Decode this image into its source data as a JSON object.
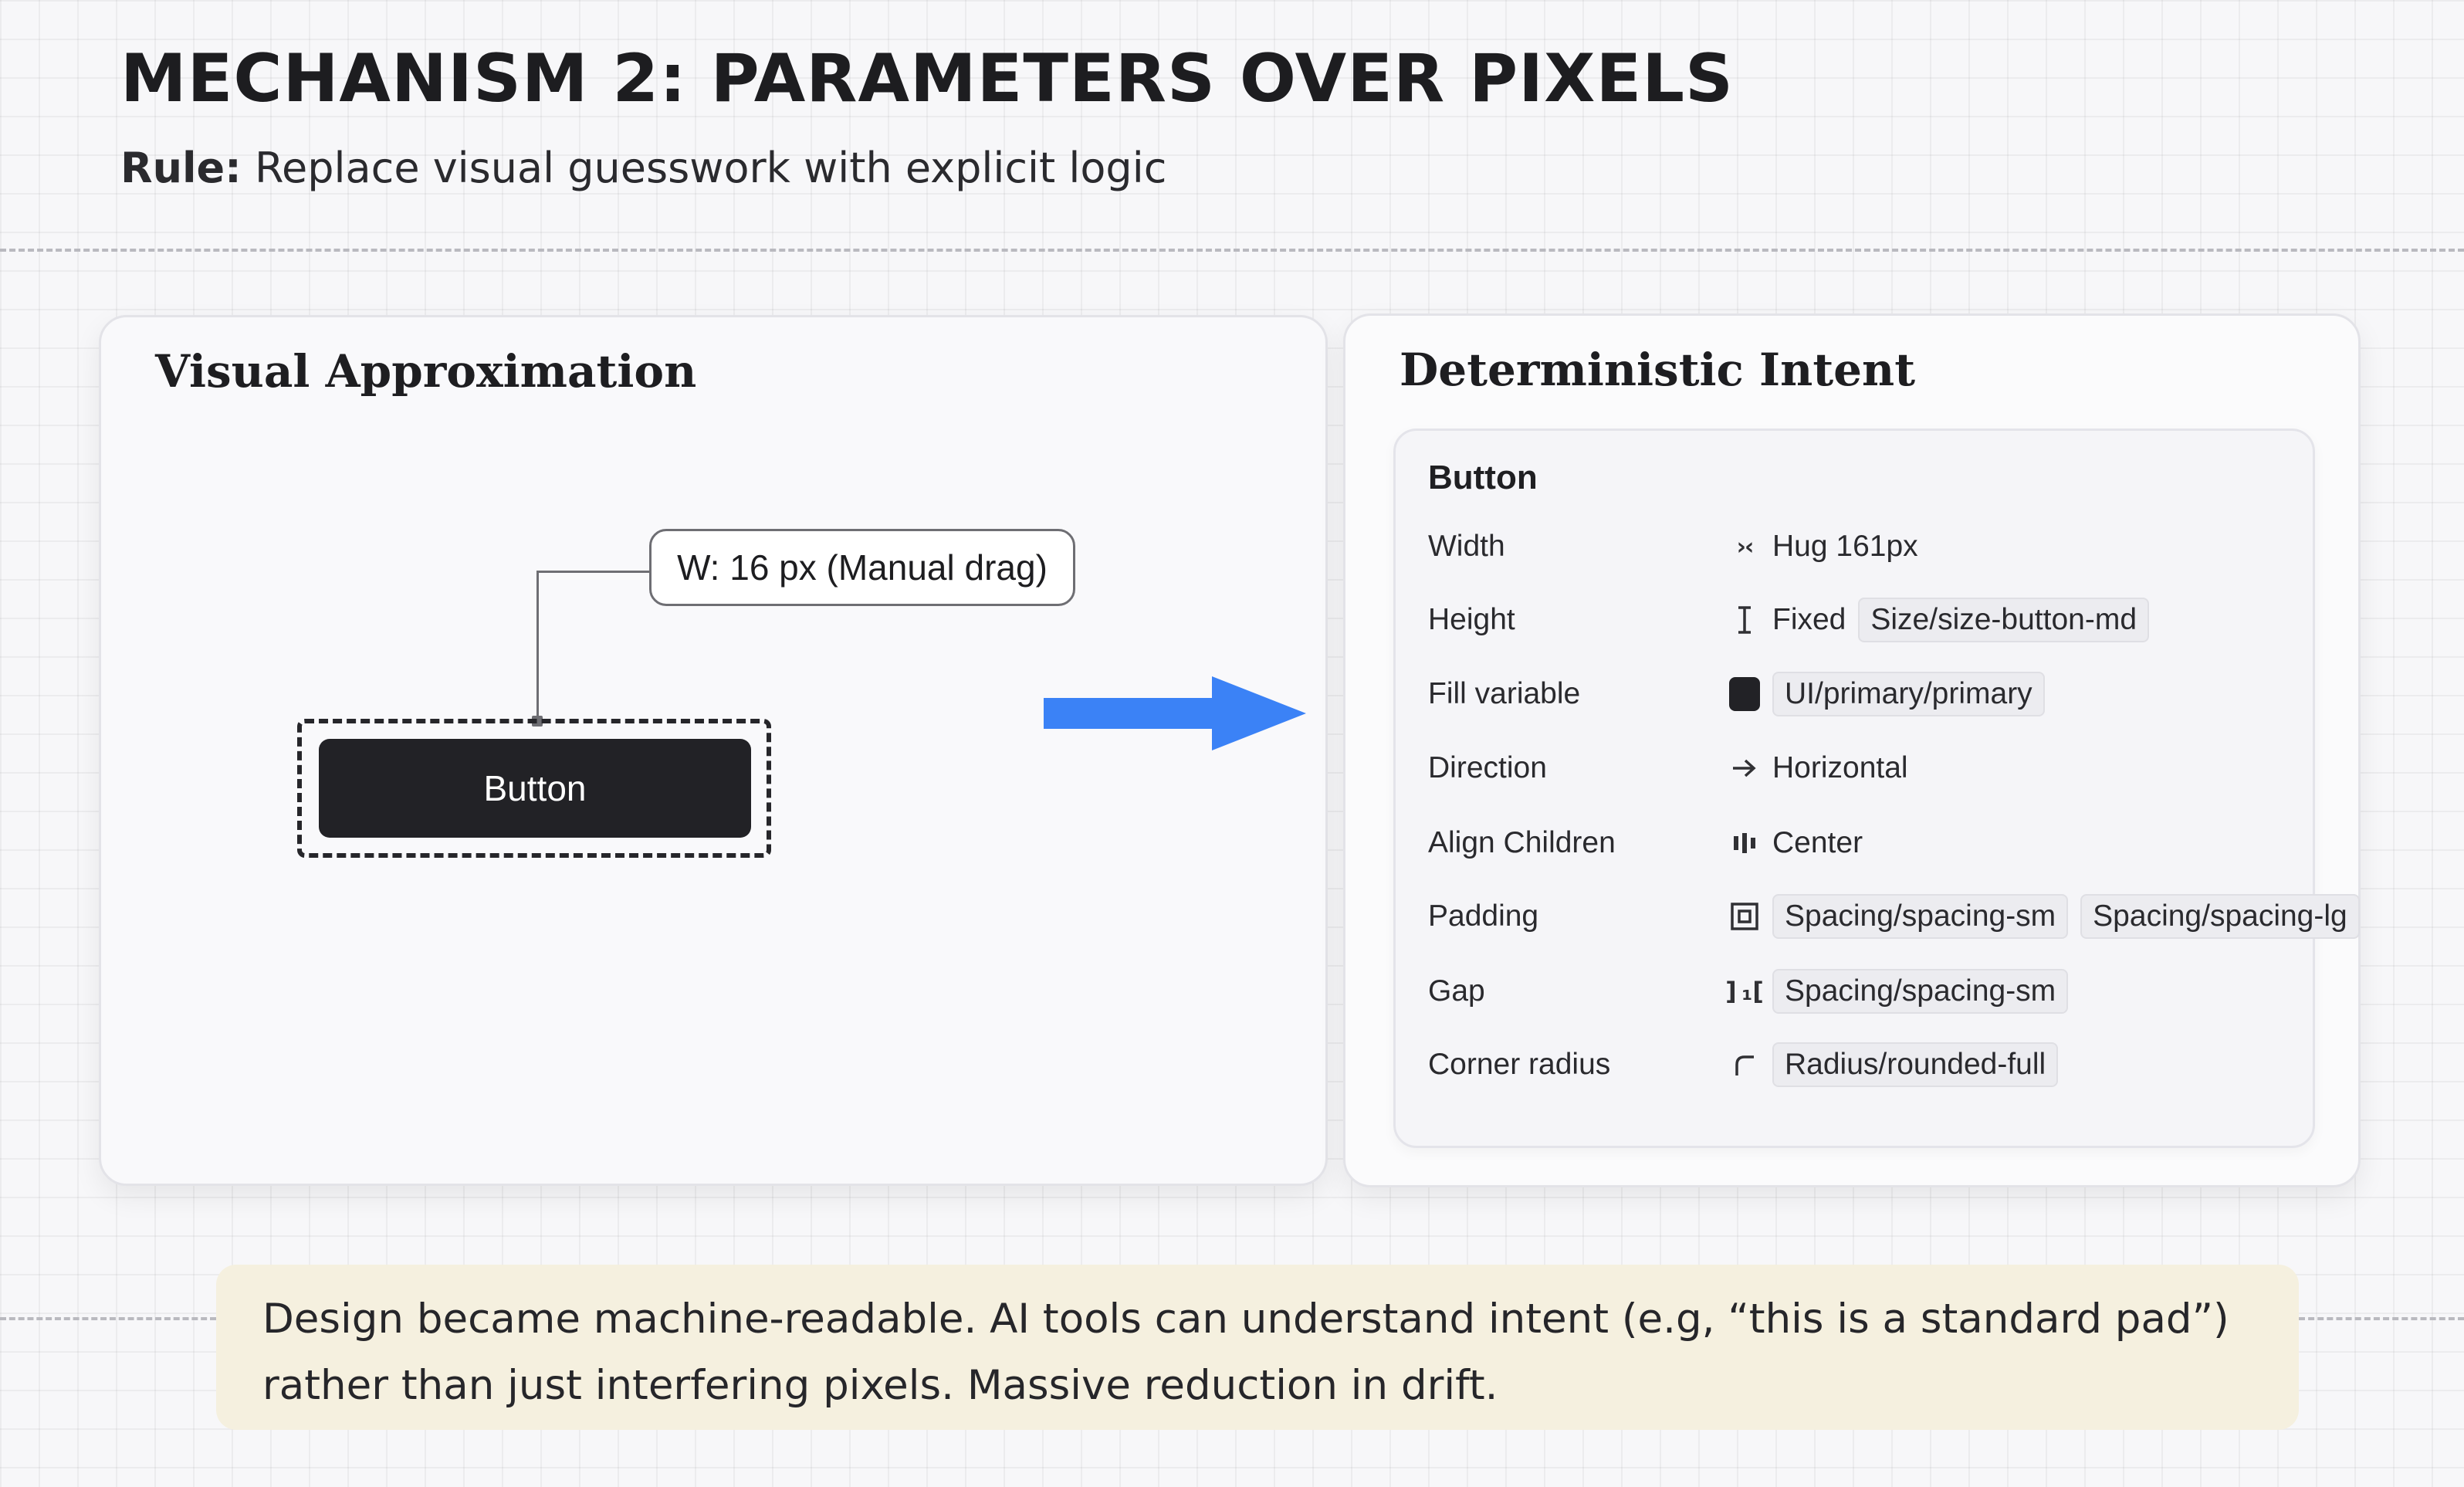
{
  "header": {
    "title": "MECHANISM 2: PARAMETERS OVER PIXELS",
    "rule_label": "Rule:",
    "rule_text": "Replace visual guesswork with explicit logic"
  },
  "left_panel": {
    "title": "Visual Approximation",
    "callout": "W: 16 px (Manual drag)",
    "button_label": "Button"
  },
  "arrow": {
    "color": "#3b82f6",
    "icon": "arrow-right-icon"
  },
  "right_panel": {
    "title": "Deterministic Intent",
    "card_title": "Button",
    "properties": [
      {
        "label": "Width",
        "icon": "hug-width-icon",
        "text": "Hug 161px",
        "tokens": []
      },
      {
        "label": "Height",
        "icon": "fixed-height-icon",
        "text": "Fixed",
        "tokens": [
          "Size/size-button-md"
        ]
      },
      {
        "label": "Fill variable",
        "icon": "color-swatch-icon",
        "text": "",
        "tokens": [
          "UI/primary/primary"
        ]
      },
      {
        "label": "Direction",
        "icon": "arrow-right-icon",
        "text": "Horizontal",
        "tokens": []
      },
      {
        "label": "Align Children",
        "icon": "align-center-icon",
        "text": "Center",
        "tokens": []
      },
      {
        "label": "Padding",
        "icon": "padding-icon",
        "text": "",
        "tokens": [
          "Spacing/spacing-sm",
          "Spacing/spacing-lg"
        ]
      },
      {
        "label": "Gap",
        "icon": "gap-icon",
        "text": "",
        "tokens": [
          "Spacing/spacing-sm"
        ]
      },
      {
        "label": "Corner radius",
        "icon": "corner-radius-icon",
        "text": "",
        "tokens": [
          "Radius/rounded-full"
        ]
      }
    ]
  },
  "footer": {
    "note": "Design became machine-readable. AI tools can understand intent (e.g, “this is a standard pad”) rather than just interfering pixels. Massive reduction in drift.",
    "background": "#f5f0df"
  },
  "colors": {
    "button_fill": "#222226",
    "accent_arrow": "#3b82f6"
  }
}
